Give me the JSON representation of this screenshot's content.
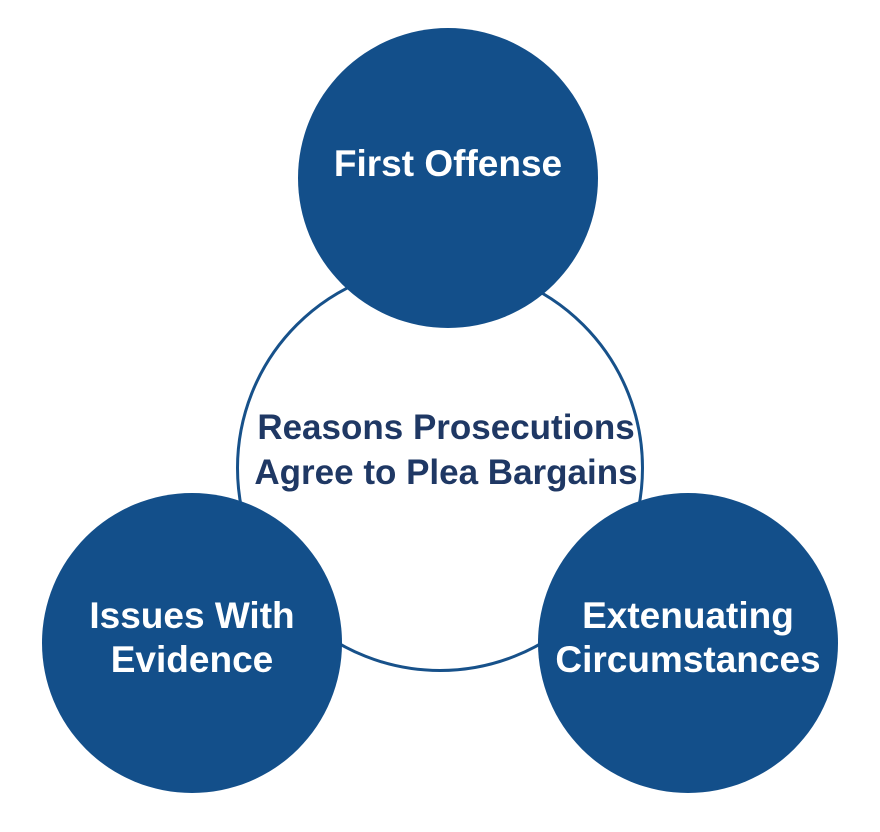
{
  "colors": {
    "circle_fill": "#134F8A",
    "ring_stroke": "#17518A",
    "center_text": "#1F3864",
    "circle_text": "#FFFFFF",
    "background": "#FFFFFF"
  },
  "center_label": {
    "label": "Reasons Prosecutions Agree to Plea Bargains",
    "line1": "Reasons Prosecutions",
    "line2": "Agree to Plea Bargains"
  },
  "nodes": [
    {
      "id": "first-offense",
      "label": "First Offense",
      "line1": "First Offense"
    },
    {
      "id": "issues-with-evidence",
      "label": "Issues With Evidence",
      "line1": "Issues With",
      "line2": "Evidence"
    },
    {
      "id": "extenuating-circumstances",
      "label": "Extenuating Circumstances",
      "line1": "Extenuating",
      "line2": "Circumstances"
    }
  ]
}
